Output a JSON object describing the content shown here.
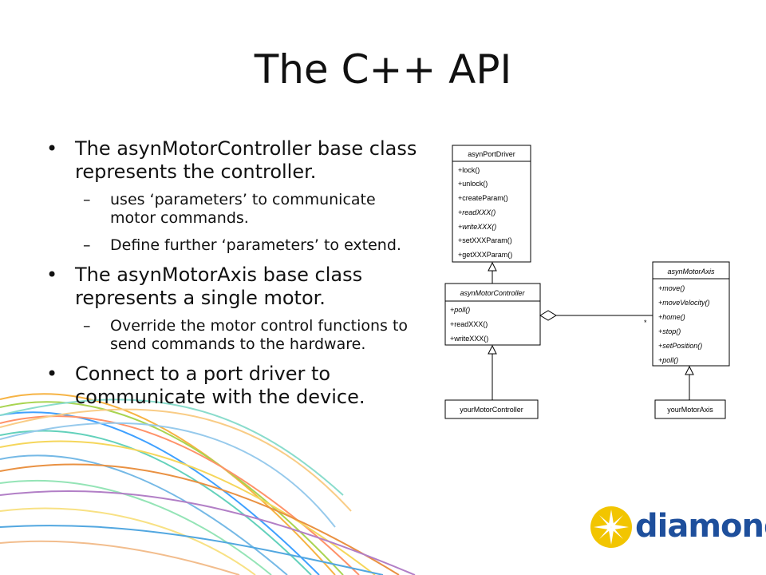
{
  "slide": {
    "title": "The C++ API",
    "bullets": [
      {
        "text": "The asynMotorController base class represents the controller.",
        "subs": [
          "uses ‘parameters’ to communicate motor commands.",
          "Define further ‘parameters’ to extend."
        ]
      },
      {
        "text": "The asynMotorAxis base class represents a single motor.",
        "subs": [
          "Override the motor control functions to send commands to the hardware."
        ]
      },
      {
        "text": "Connect to a port driver to communicate with the device.",
        "subs": []
      }
    ]
  },
  "diagram": {
    "port_driver": {
      "name": "asynPortDriver",
      "methods": [
        "+lock()",
        "+unlock()",
        "+createParam()",
        "+readXXX()",
        "+writeXXX()",
        "+setXXXParam()",
        "+getXXXParam()"
      ]
    },
    "motor_controller": {
      "name": "asynMotorController",
      "methods": [
        "+poll()",
        "+readXXX()",
        "+writeXXX()"
      ]
    },
    "motor_axis": {
      "name": "asynMotorAxis",
      "methods": [
        "+move()",
        "+moveVelocity()",
        "+home()",
        "+stop()",
        "+setPosition()",
        "+poll()"
      ]
    },
    "your_controller": {
      "name": "yourMotorController"
    },
    "your_axis": {
      "name": "yourMotorAxis"
    },
    "multiplicity": "*"
  },
  "logo": {
    "text": "diamond"
  },
  "colors": {
    "logo_blue": "#1e4f9c",
    "logo_yellow": "#f2c500"
  }
}
